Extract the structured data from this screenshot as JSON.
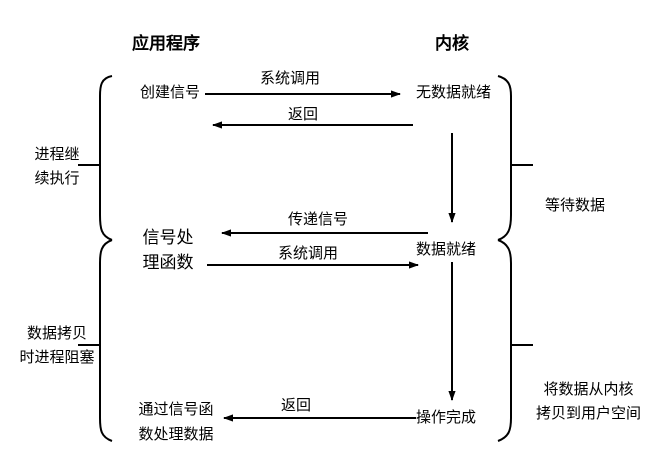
{
  "diagram": {
    "title_app": "应用程序",
    "title_kernel": "内核",
    "background_color": "#ffffff",
    "stroke_color": "#000000",
    "app_states": [
      {
        "id": "create-signal",
        "label": "创建信号"
      },
      {
        "id": "signal-handler",
        "label": "信号处\n理函数"
      },
      {
        "id": "handle-data",
        "label": "通过信号函\n数处理数据"
      }
    ],
    "kernel_states": [
      {
        "id": "no-data-ready",
        "label": "无数据就绪"
      },
      {
        "id": "data-ready",
        "label": "数据就绪"
      },
      {
        "id": "operation-complete",
        "label": "操作完成"
      }
    ],
    "arrows": [
      {
        "id": "syscall-1",
        "label": "系统调用",
        "direction": "right"
      },
      {
        "id": "return-1",
        "label": "返回",
        "direction": "left"
      },
      {
        "id": "deliver-signal",
        "label": "传递信号",
        "direction": "left"
      },
      {
        "id": "syscall-2",
        "label": "系统调用",
        "direction": "right"
      },
      {
        "id": "return-2",
        "label": "返回",
        "direction": "left"
      }
    ],
    "left_annotations": [
      {
        "id": "process-continues",
        "label": "进程继\n续执行"
      },
      {
        "id": "process-blocked",
        "label": "数据拷贝\n时进程阻塞"
      }
    ],
    "right_annotations": [
      {
        "id": "waiting-for-data",
        "label": "等待数据"
      },
      {
        "id": "copy-kernel-to-user",
        "label": "将数据从内核\n拷贝到用户空间"
      }
    ]
  }
}
